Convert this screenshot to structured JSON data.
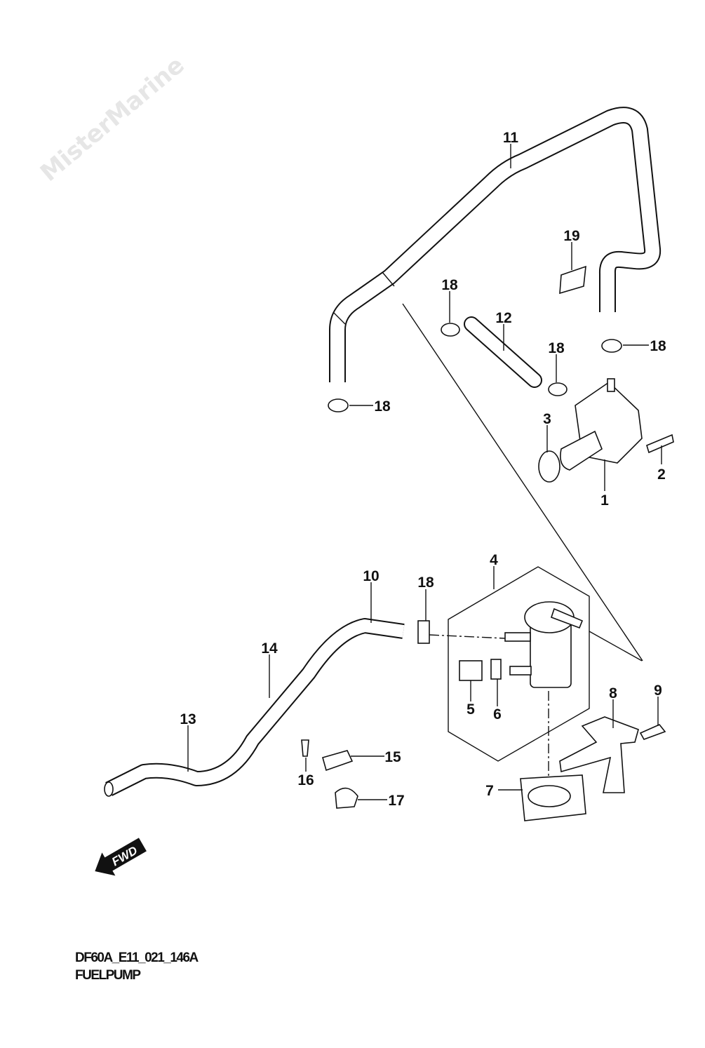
{
  "watermark": "MisterMarine",
  "diagram": {
    "code": "DF60A_E11_021_146A",
    "title": "FUELPUMP",
    "direction_badge": "FWD",
    "callouts": [
      "1",
      "2",
      "3",
      "4",
      "5",
      "6",
      "7",
      "8",
      "9",
      "10",
      "11",
      "12",
      "13",
      "14",
      "15",
      "16",
      "17",
      "18",
      "19"
    ]
  }
}
